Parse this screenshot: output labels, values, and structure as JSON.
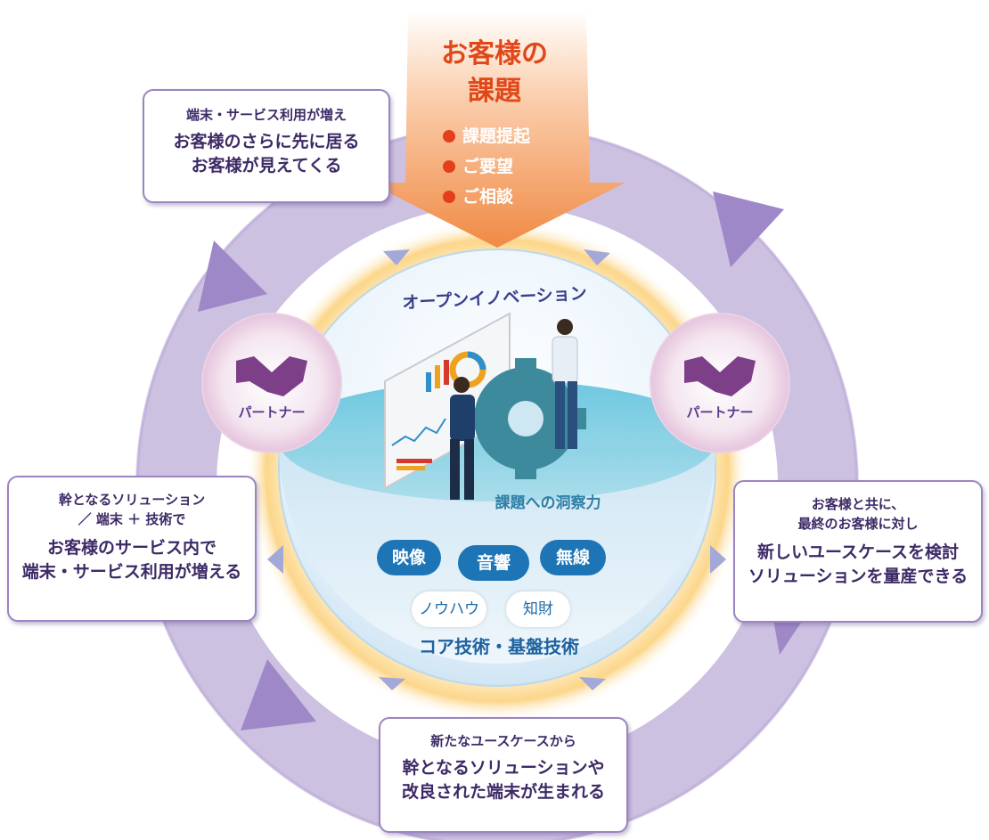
{
  "customer_issue": {
    "title_line1": "お客様の",
    "title_line2": "課題",
    "items": [
      "課題提起",
      "ご要望",
      "ご相談"
    ],
    "color": "#e0481a"
  },
  "boxes": {
    "top_left": {
      "small": "端末・サービス利用が増え",
      "big_line1": "お客様のさらに先に居る",
      "big_line2": "お客様が見えてくる"
    },
    "left": {
      "small_line1": "幹となるソリューション",
      "small_line2": "／ 端末 ＋ 技術で",
      "big_line1": "お客様のサービス内で",
      "big_line2": "端末・サービス利用が増える"
    },
    "right": {
      "small_line1": "お客様と共に、",
      "small_line2": "最終のお客様に対し",
      "big_line1": "新しいユースケースを検討",
      "big_line2": "ソリューションを量産できる"
    },
    "bottom": {
      "small": "新たなユースケースから",
      "big_line1": "幹となるソリューションや",
      "big_line2": "改良された端末が生まれる"
    }
  },
  "partners": {
    "left": "パートナー",
    "right": "パートナー"
  },
  "sphere": {
    "top_label": "オープンイノベーション",
    "insight_label": "課題への洞察力",
    "bottom_label": "コア技術・基盤技術",
    "tech_pills": [
      "映像",
      "音響",
      "無線"
    ],
    "asset_pills": [
      "ノウハウ",
      "知財"
    ]
  },
  "colors": {
    "ring": "#b9a6d8",
    "box_border": "#9b84c2",
    "pill_blue": "#1d75b6",
    "issue_arrow": "#f39a55"
  }
}
